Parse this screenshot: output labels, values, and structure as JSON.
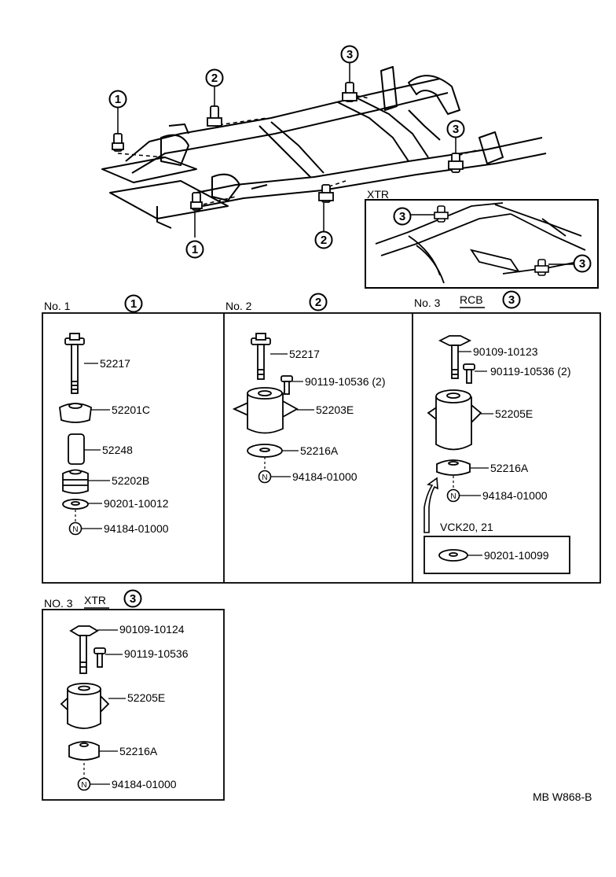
{
  "callouts": {
    "one": "1",
    "two": "2",
    "three": "3"
  },
  "xtr_inset": {
    "label": "XTR"
  },
  "nut_symbol": "N",
  "sections": {
    "no1": {
      "title": "No. 1",
      "parts": [
        "52217",
        "52201C",
        "52248",
        "52202B",
        "90201-10012",
        "94184-01000"
      ]
    },
    "no2": {
      "title": "No. 2",
      "parts": [
        "52217",
        "90119-10536 (2)",
        "52203E",
        "52216A",
        "94184-01000"
      ]
    },
    "no3_rcb": {
      "title": "No. 3",
      "variant": "RCB",
      "parts": [
        "90109-10123",
        "90119-10536 (2)",
        "52205E",
        "52216A",
        "94184-01000"
      ],
      "alt_note": "VCK20, 21",
      "alt_part": "90201-10099"
    },
    "no3_xtr": {
      "title": "NO. 3",
      "variant": "XTR",
      "parts": [
        "90109-10124",
        "90119-10536",
        "52205E",
        "52216A",
        "94184-01000"
      ]
    }
  },
  "footer": {
    "code": "MB  W868-B"
  }
}
